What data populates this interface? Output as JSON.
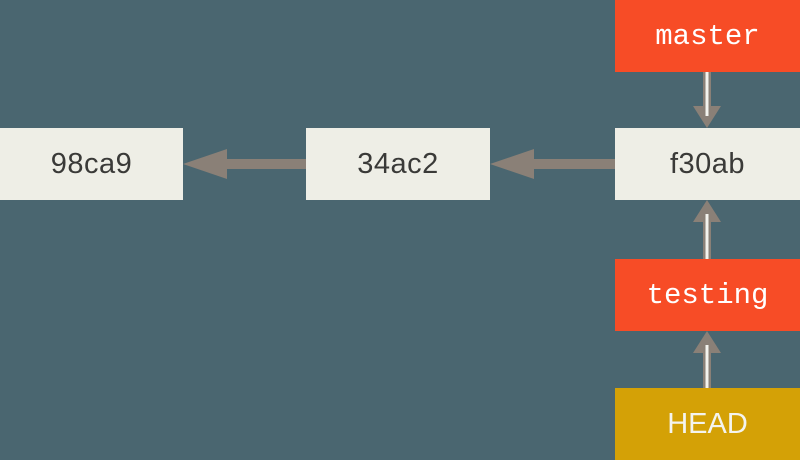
{
  "diagram": {
    "title": "git branch pointers",
    "background_color": "#4a6670",
    "commit_box_color": "#eeeee6",
    "branch_label_color": "#f74c26",
    "head_label_color": "#d4a106",
    "arrow_color": "#8a8077"
  },
  "commits": [
    {
      "id": "commit-98ca9",
      "label": "98ca9"
    },
    {
      "id": "commit-34ac2",
      "label": "34ac2"
    },
    {
      "id": "commit-f30ab",
      "label": "f30ab"
    }
  ],
  "branches": [
    {
      "id": "branch-master",
      "label": "master"
    },
    {
      "id": "branch-testing",
      "label": "testing"
    }
  ],
  "head": {
    "label": "HEAD"
  },
  "arrows": [
    {
      "id": "arrow-34ac2-to-98ca9",
      "from": "34ac2",
      "to": "98ca9",
      "direction": "left"
    },
    {
      "id": "arrow-f30ab-to-34ac2",
      "from": "f30ab",
      "to": "34ac2",
      "direction": "left"
    },
    {
      "id": "arrow-master-to-f30ab",
      "from": "master",
      "to": "f30ab",
      "direction": "down"
    },
    {
      "id": "arrow-testing-to-f30ab",
      "from": "testing",
      "to": "f30ab",
      "direction": "up"
    },
    {
      "id": "arrow-head-to-testing",
      "from": "HEAD",
      "to": "testing",
      "direction": "up"
    }
  ]
}
